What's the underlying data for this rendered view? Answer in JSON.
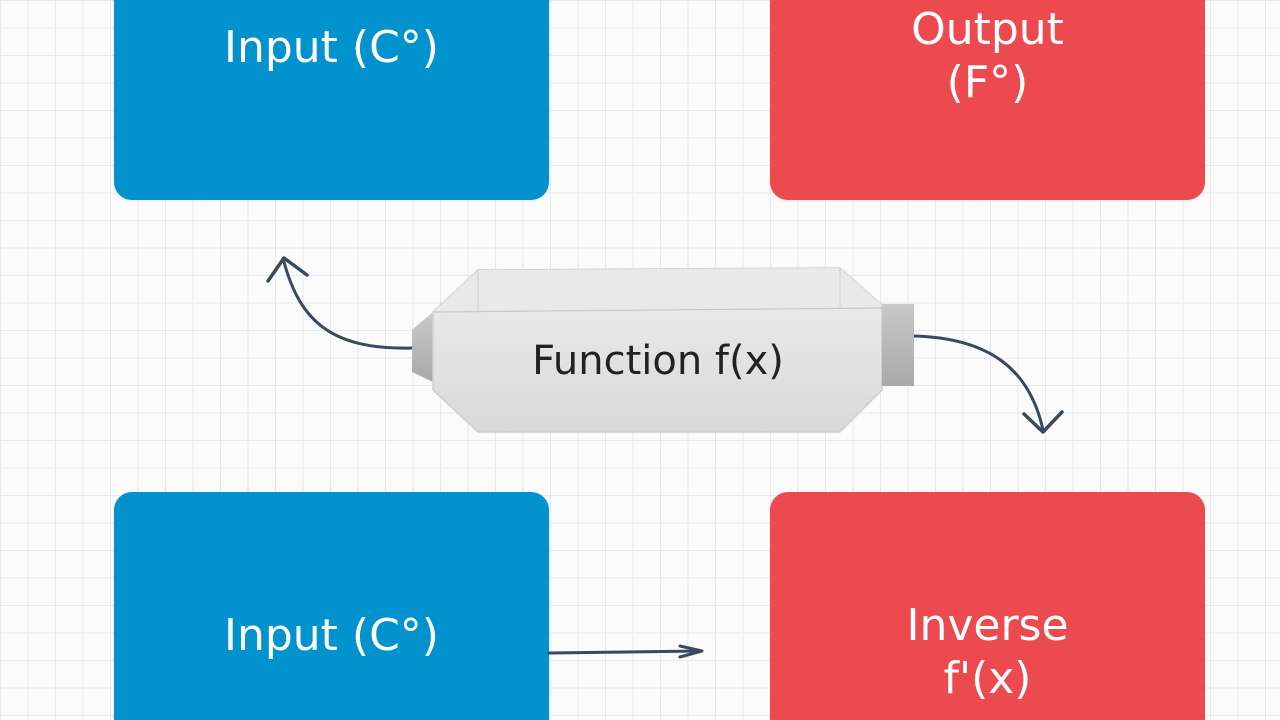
{
  "boxes": {
    "input_top": {
      "label": "Input (C°)",
      "color": "#0293cf"
    },
    "output_top": {
      "line1": "Output",
      "line2": "(F°)",
      "color": "#ec4a4f"
    },
    "input_bottom": {
      "label": "Input (C°)",
      "color": "#0293cf"
    },
    "inverse_bottom": {
      "line1": "Inverse",
      "line2": "f'(x)",
      "color": "#ec4a4f"
    }
  },
  "function_block": {
    "label": "Function f(x)"
  },
  "arrow_color": "#3a4a5c"
}
